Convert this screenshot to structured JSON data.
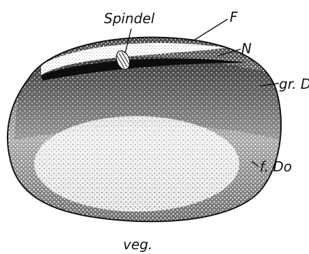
{
  "labels": {
    "spindle": "Spindel",
    "F": "F",
    "N": "N",
    "gr_do": "gr. Do",
    "f_do": "f. Do",
    "veg": "veg."
  },
  "colors": {
    "ink": "#111111",
    "paper": "#ffffff"
  }
}
